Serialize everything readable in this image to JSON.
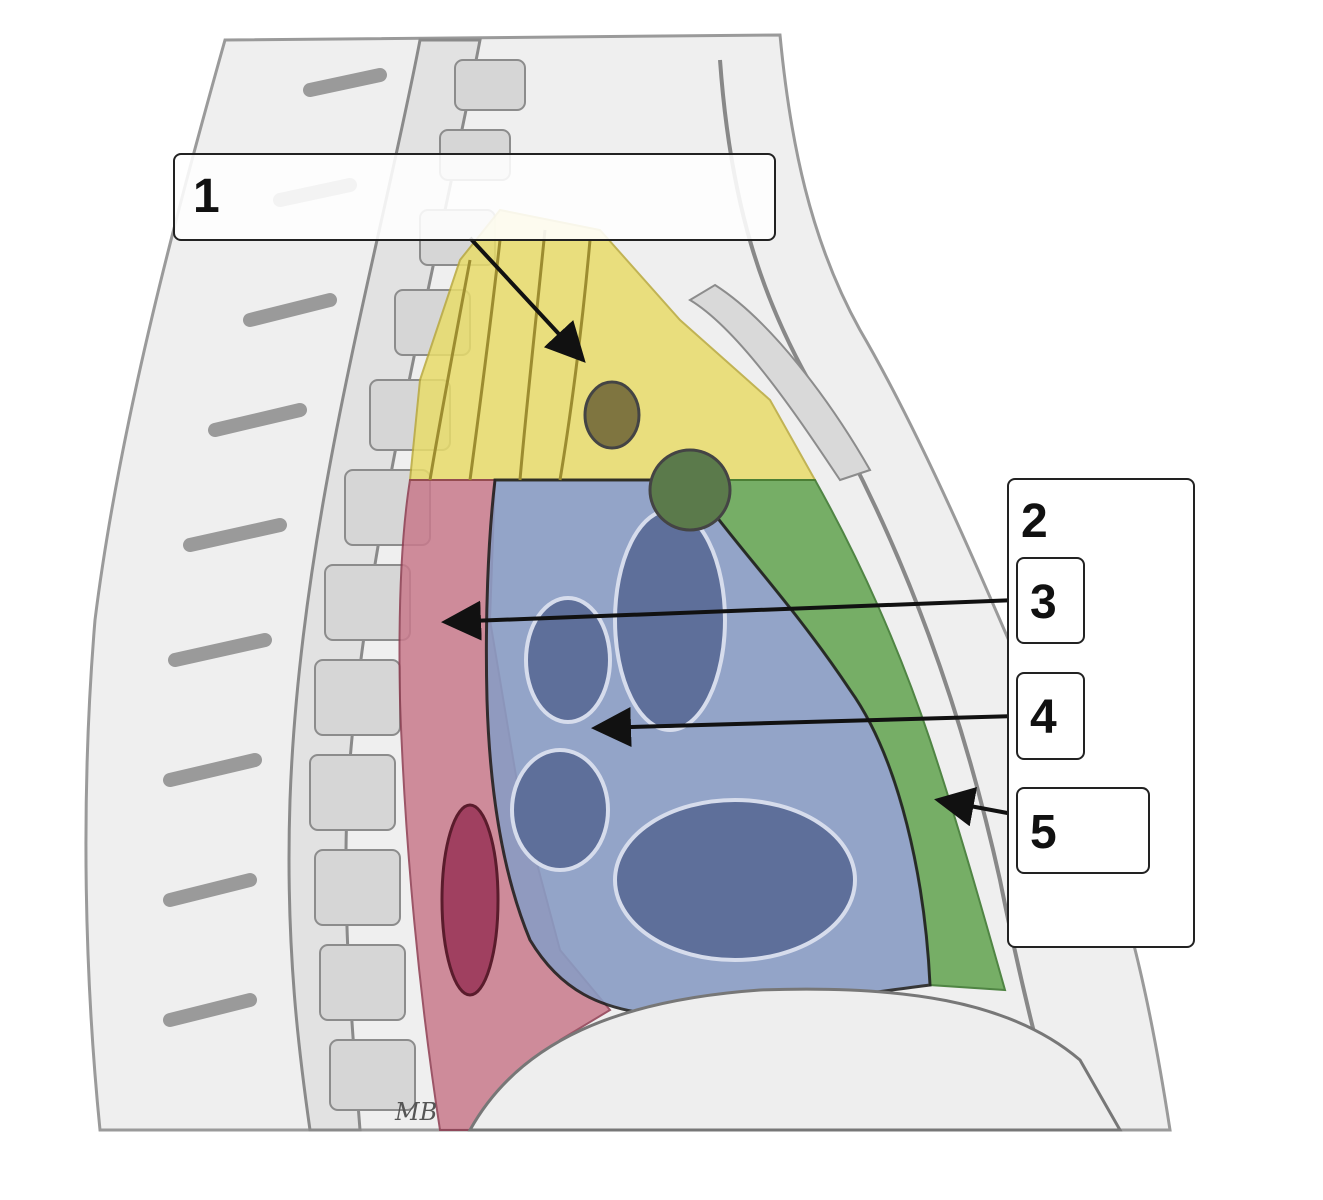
{
  "labels": [
    {
      "id": "1",
      "text": "1"
    },
    {
      "id": "2",
      "text": "2"
    },
    {
      "id": "3",
      "text": "3"
    },
    {
      "id": "4",
      "text": "4"
    },
    {
      "id": "5",
      "text": "5"
    }
  ],
  "signature": "MB",
  "regions": {
    "superior_mediastinum": "#e8dc6a",
    "anterior_mediastinum": "#6aa858",
    "middle_mediastinum": "#8a9cc4",
    "posterior_mediastinum": "#c97a8c",
    "background_anatomy": "#e9e9e9"
  }
}
